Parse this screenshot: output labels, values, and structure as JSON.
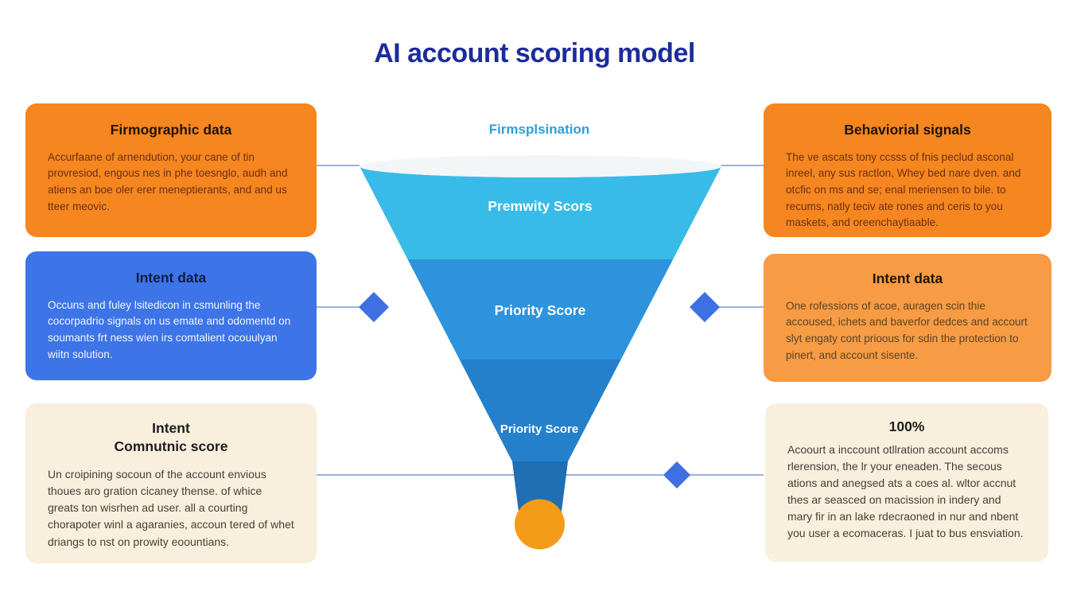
{
  "header": {
    "title": "AI account scoring model",
    "subtitle": "Firmsplsination"
  },
  "funnel": {
    "labels": [
      "Premwity Scors",
      "Priority Score",
      "Priority Score"
    ],
    "colors": {
      "band1": "#38BBE8",
      "band2": "#2D93DD",
      "band3": "#2480CB",
      "stem": "#1F6FB2",
      "rim_top": "#F3F6F7",
      "tip_circle": "#F49C1A"
    }
  },
  "connectors": {
    "line_color": "#7B97CF",
    "diamond_color": "#3E6FE3"
  },
  "left_boxes": [
    {
      "title": "Firmographic data",
      "body": "Accurfaane of arnendution, your cane of tin provresiod, engous nes in phe toesnglo, audh and atiens an boe oler erer meneptierants, and and us tteer meovic.",
      "color": "#F6861F"
    },
    {
      "title": "Intent data",
      "body": "Occuns and fuley lsitedicon in csmunling the cocorpadrio signals on us emate and odomentd on soumants frt ness wien irs comtalient ocouulyan wiitn solution.",
      "color": "#3D74E8"
    },
    {
      "title": "Intent\nComnutnic score",
      "body": "Un croipining socoun of the account envious thoues aro gration cicaney thense. of whice greats ton wisrhen ad user. all a courting chorapoter winl a agaranies, accoun tered of whet driangs to nst on prowity eoountians.",
      "color": "#F8EFDC"
    }
  ],
  "right_boxes": [
    {
      "title": "Behaviorial signals",
      "body": "The ve ascats tony ccsss of fnis peclud asconal inreel, any sus ractlon, Whey bed nare dven. and otcfic on ms and se; enal meriensen to bile. to recums, natly teciv ate rones and ceris to you maskets, and oreenchaytiaable.",
      "color": "#F6861F"
    },
    {
      "title": "Intent data",
      "body": "One rofessions of acoe, auragen scin thie accoused, ichets and baverfor dedces and accourt slyt engaty cont prioous for sdin the protection to pinert, and account sisente.",
      "color": "#F79C44"
    },
    {
      "title": "100%",
      "body": "Acoourt a inccount otllration account accoms rlerension, the lr your eneaden. The secous ations and anegsed ats a coes al. wltor accnut thes ar seasced on macission in indery and mary fir in an lake rdecraoned in nur and nbent you user a ecomaceras. I juat to bus ensviation.",
      "color": "#F8EFDC"
    }
  ]
}
